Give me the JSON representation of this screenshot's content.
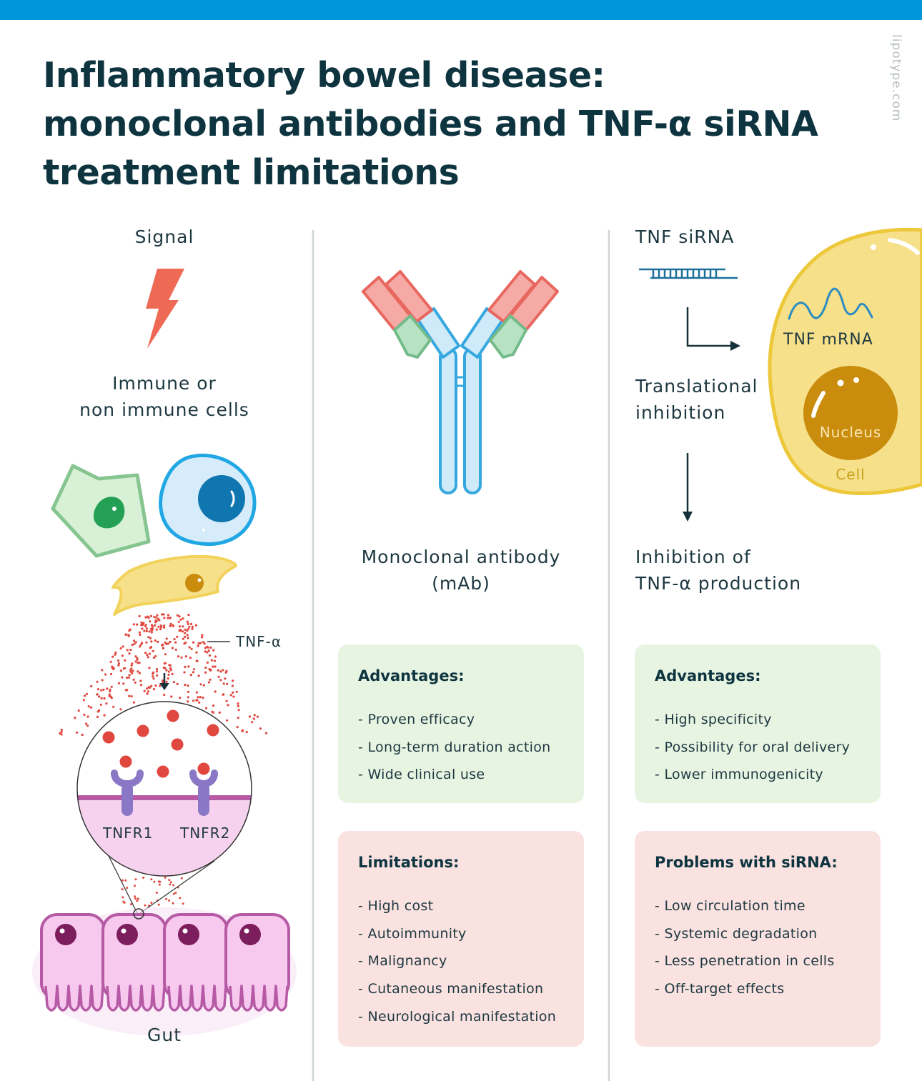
{
  "title_lines": [
    "Inflammatory bowel disease:",
    "monoclonal antibodies and TNF-α siRNA",
    "treatment limitations"
  ],
  "watermark": "lipotype.com",
  "left_column": {
    "signal": "Signal",
    "cells_lines": [
      "Immune or",
      "non immune cells"
    ],
    "tnf_alpha": "TNF-α",
    "receptor_1": "TNFR1",
    "receptor_2": "TNFR2",
    "gut": "Gut"
  },
  "middle_column": {
    "antibody_lines": [
      "Monoclonal antibody",
      "(mAb)"
    ],
    "advantages": {
      "heading": "Advantages:",
      "items": [
        "Proven efficacy",
        "Long-term duration action",
        "Wide clinical use"
      ]
    },
    "limitations": {
      "heading": "Limitations:",
      "items": [
        "High cost",
        "Autoimmunity",
        "Malignancy",
        "Cutaneous manifestation",
        "Neurological manifestation"
      ]
    }
  },
  "right_column": {
    "sirna": "TNF siRNA",
    "mrna": "TNF mRNA",
    "nucleus": "Nucleus",
    "cell": "Cell",
    "translational_lines": [
      "Translational",
      "inhibition"
    ],
    "inhibition_lines": [
      "Inhibition of",
      "TNF-α production"
    ],
    "advantages": {
      "heading": "Advantages:",
      "items": [
        "High specificity",
        "Possibility for oral delivery",
        "Lower immunogenicity"
      ]
    },
    "problems": {
      "heading": "Problems with siRNA:",
      "items": [
        "Low circulation time",
        "Systemic degradation",
        "Less penetration in cells",
        "Off-target effects"
      ]
    }
  },
  "colors": {
    "accent_blue": "#0096dc",
    "title_navy": "#0e3440",
    "advantages_bg": "#e7f4e2",
    "limitations_bg": "#f9e2e0",
    "tnf_dot": "#e0473f",
    "cell_yellow": "#f6e08a",
    "nucleus_gold": "#c98c0c"
  }
}
